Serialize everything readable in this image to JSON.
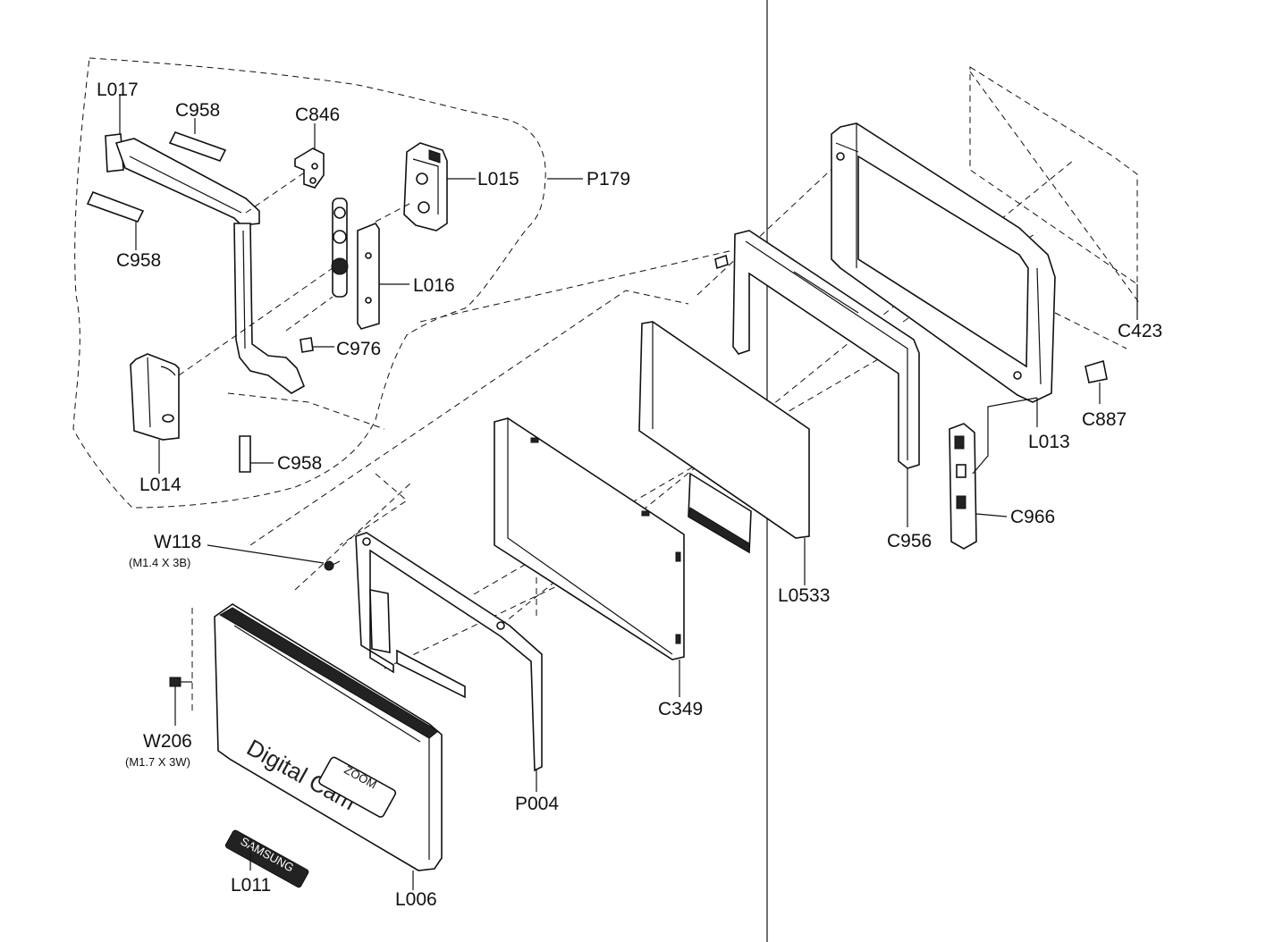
{
  "diagram": {
    "labels": {
      "L017": "L017",
      "C958_top": "C958",
      "C846": "C846",
      "L015": "L015",
      "P179": "P179",
      "C958_left": "C958",
      "L016": "L016",
      "C976": "C976",
      "L014": "L014",
      "C958_bottom": "C958",
      "W118": "W118",
      "W118_spec": "(M1.4 X 3B)",
      "W206": "W206",
      "W206_spec": "(M1.7 X 3W)",
      "L011": "L011",
      "L006": "L006",
      "P004": "P004",
      "C349": "C349",
      "L0533": "L0533",
      "C956": "C956",
      "C966": "C966",
      "L013": "L013",
      "C887": "C887",
      "C423": "C423"
    },
    "printed": {
      "front_text_1": "Digital Cam",
      "front_text_2": "ZOOM",
      "badge": "SAMSUNG"
    }
  }
}
